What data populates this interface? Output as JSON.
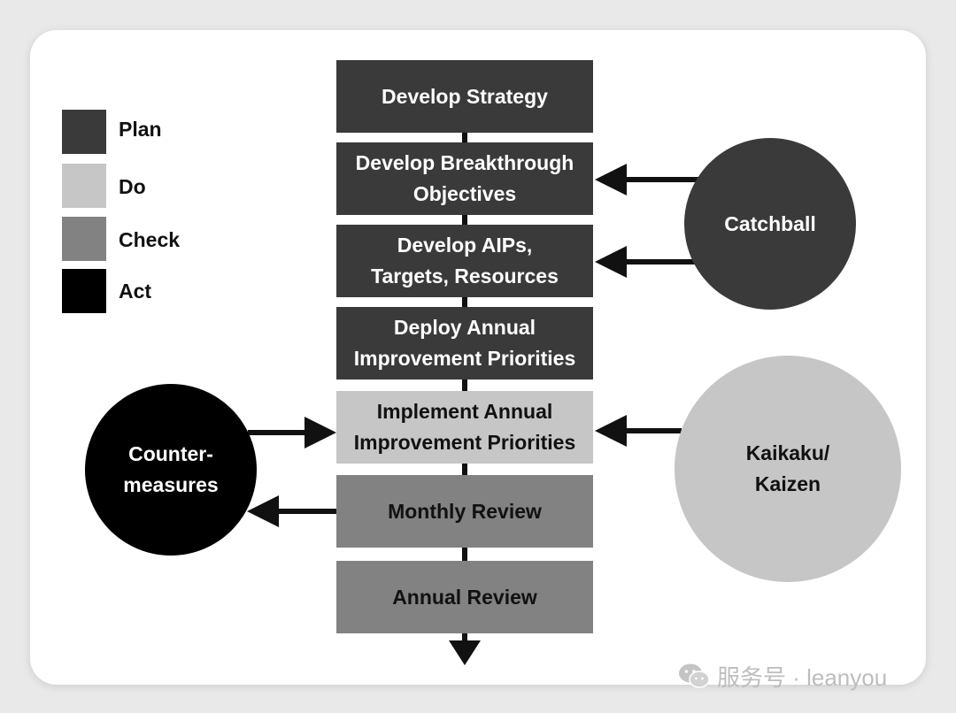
{
  "legend": {
    "items": [
      {
        "label": "Plan",
        "color": "#3a3a3a"
      },
      {
        "label": "Do",
        "color": "#c6c6c6"
      },
      {
        "label": "Check",
        "color": "#828282"
      },
      {
        "label": "Act",
        "color": "#000000"
      }
    ]
  },
  "steps": {
    "develop_strategy": [
      "Develop Strategy"
    ],
    "breakthrough": [
      "Develop Breakthrough",
      "Objectives"
    ],
    "aips": [
      "Develop AIPs,",
      "Targets, Resources"
    ],
    "deploy": [
      "Deploy Annual",
      "Improvement Priorities"
    ],
    "implement": [
      "Implement Annual",
      "Improvement Priorities"
    ],
    "monthly_review": [
      "Monthly Review"
    ],
    "annual_review": [
      "Annual Review"
    ]
  },
  "circles": {
    "catchball": [
      "Catchball"
    ],
    "countermeasures": [
      "Counter-",
      "measures"
    ],
    "kaikaku": [
      "Kaikaku/",
      "Kaizen"
    ]
  },
  "watermark": {
    "text": "服务号 · leanyou"
  },
  "icons": {
    "watermark": "wechat-icon"
  },
  "colors": {
    "plan": "#3a3a3a",
    "do": "#c6c6c6",
    "check": "#828282",
    "act": "#000000",
    "connector": "#111111"
  }
}
